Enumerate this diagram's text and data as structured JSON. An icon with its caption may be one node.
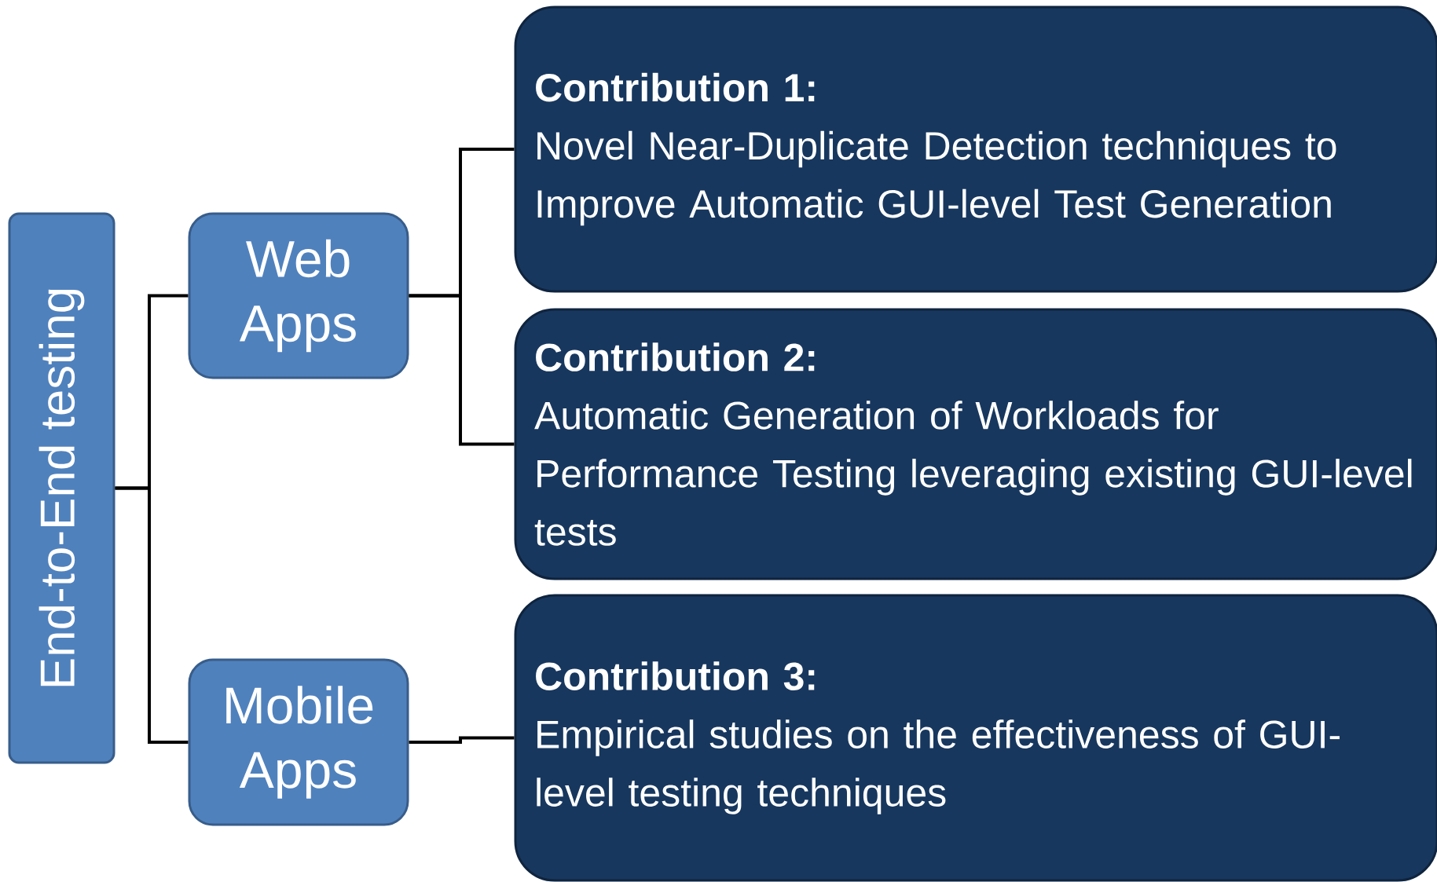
{
  "diagram": {
    "nodes": [
      {
        "text": [
          "End-to-End testing"
        ]
      },
      {
        "text": [
          "Web Apps"
        ]
      },
      {
        "text": [
          "Mobile Apps"
        ]
      },
      {
        "text": [
          "Contribution 1:",
          "Novel Near-Duplicate Detection techniques to Improve Automatic GUI-level Test Generation"
        ]
      },
      {
        "text": [
          "Contribution 2:",
          "Automatic Generation of Workloads for Performance Testing leveraging existing GUI-level tests"
        ]
      },
      {
        "text": [
          "Contribution 3:",
          "Empirical studies on the effectiveness of GUI-level testing techniques"
        ]
      }
    ],
    "edges": [
      {
        "from": 0,
        "to": 1,
        "arrow": "none"
      },
      {
        "from": 0,
        "to": 2,
        "arrow": "none"
      },
      {
        "from": 1,
        "to": 3,
        "arrow": "none"
      },
      {
        "from": 1,
        "to": 4,
        "arrow": "none"
      },
      {
        "from": 2,
        "to": 5,
        "arrow": "none"
      }
    ]
  }
}
